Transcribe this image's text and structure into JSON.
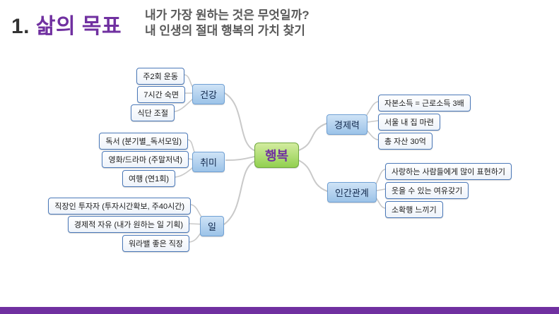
{
  "header": {
    "title_number": "1.",
    "title": "삶의 목표",
    "subtitle_line1": "내가 가장 원하는 것은 무엇일까?",
    "subtitle_line2": "내 인생의 절대 행복의 가치 찾기"
  },
  "mindmap": {
    "center": {
      "label": "행복"
    },
    "branches": [
      {
        "label": "건강",
        "side": "left",
        "children": [
          {
            "label": "주2회 운동"
          },
          {
            "label": "7시간 숙면"
          },
          {
            "label": "식단 조절"
          }
        ]
      },
      {
        "label": "취미",
        "side": "left",
        "children": [
          {
            "label": "독서 (분기별_독서모임)"
          },
          {
            "label": "영화/드라마 (주말저녁)"
          },
          {
            "label": "여행 (연1회)"
          }
        ]
      },
      {
        "label": "일",
        "side": "left",
        "children": [
          {
            "label": "직장인 투자자 (투자시간확보, 주40시간)"
          },
          {
            "label": "경제적 자유 (내가 원하는 일 기획)"
          },
          {
            "label": "워라밸 좋은 직장"
          }
        ]
      },
      {
        "label": "경제력",
        "side": "right",
        "children": [
          {
            "label": "자본소득 = 근로소득 3배"
          },
          {
            "label": "서울 내 집 마련"
          },
          {
            "label": "총 자산 30억"
          }
        ]
      },
      {
        "label": "인간관계",
        "side": "right",
        "children": [
          {
            "label": "사랑하는 사람들에게 많이 표현하기"
          },
          {
            "label": "웃을 수 있는 여유갖기"
          },
          {
            "label": "소확행 느끼기"
          }
        ]
      }
    ]
  },
  "colors": {
    "title_accent": "#7030a0",
    "subtitle": "#595959",
    "center_fill": "#92d050",
    "center_text": "#7030a0",
    "branch_fill": "#9cc3e8",
    "leaf_border": "#4a78b8",
    "connector_line": "#c9c9c9",
    "footer_bar": "#7030a0"
  }
}
